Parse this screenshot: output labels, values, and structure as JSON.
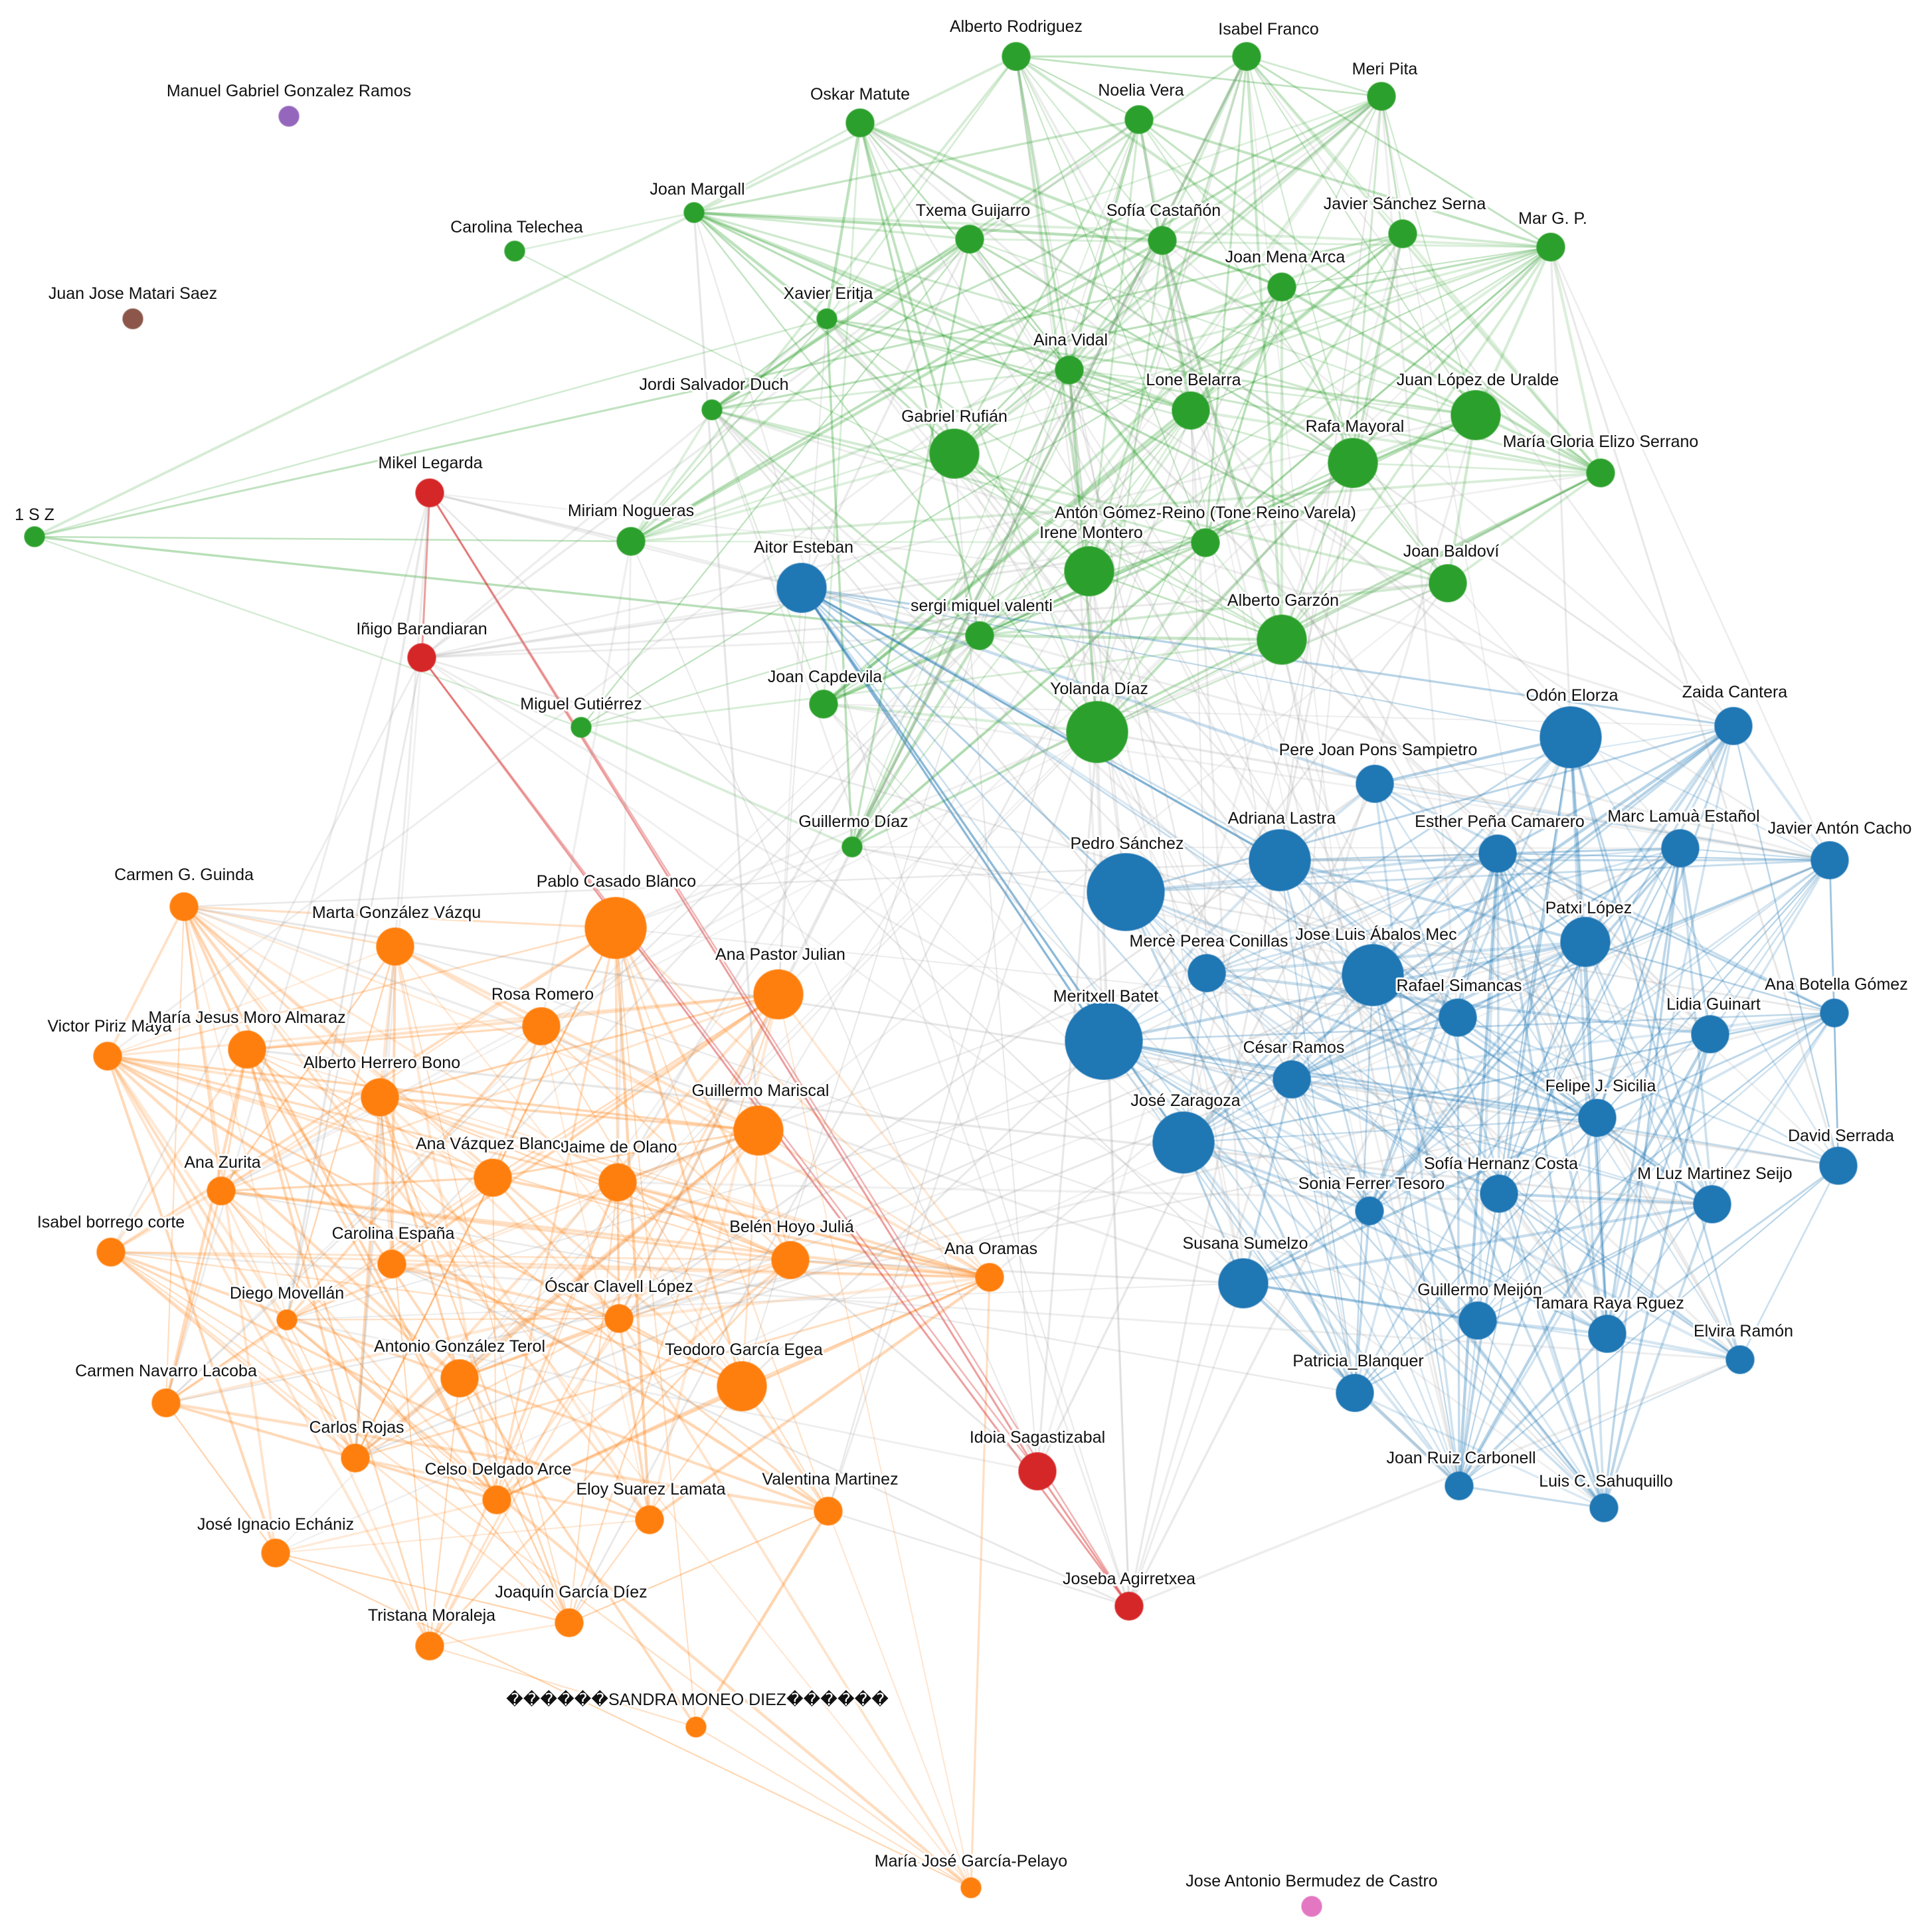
{
  "colors": {
    "green": "#2ca02c",
    "green_edge": "#2ca02c",
    "blue": "#1f77b4",
    "blue_edge": "#1f77b4",
    "orange": "#ff7f0e",
    "orange_edge": "#ff7f0e",
    "red": "#d62728",
    "red_edge": "#d62728",
    "gray_edge": "#9a9a9a",
    "purple": "#9467bd",
    "brown": "#8c564b",
    "pink": "#e377c2",
    "label_text": "#111111"
  },
  "network": {
    "nodes": [
      {
        "id": "alberto_rodriguez",
        "label": "Alberto Rodriguez",
        "group": "green",
        "size": 2
      },
      {
        "id": "isabel_franco",
        "label": "Isabel Franco",
        "group": "green",
        "size": 2
      },
      {
        "id": "meri_pita",
        "label": "Meri Pita",
        "group": "green",
        "size": 2
      },
      {
        "id": "oskar_matute",
        "label": "Oskar Matute",
        "group": "green",
        "size": 2
      },
      {
        "id": "noelia_vera",
        "label": "Noelia Vera",
        "group": "green",
        "size": 2
      },
      {
        "id": "joan_margall",
        "label": "Joan Margall",
        "group": "green",
        "size": 1
      },
      {
        "id": "txema_guijarro",
        "label": "Txema Guijarro",
        "group": "green",
        "size": 2
      },
      {
        "id": "sofia_castanon",
        "label": "Sofía Castañón",
        "group": "green",
        "size": 2
      },
      {
        "id": "javier_sanchez_serna",
        "label": "Javier Sánchez Serna",
        "group": "green",
        "size": 2
      },
      {
        "id": "mar_gp",
        "label": "Mar G. P.",
        "group": "green",
        "size": 2
      },
      {
        "id": "carolina_telechea",
        "label": "Carolina Telechea",
        "group": "green",
        "size": 1
      },
      {
        "id": "joan_mena_arca",
        "label": "Joan Mena Arca",
        "group": "green",
        "size": 2
      },
      {
        "id": "xavier_eritja",
        "label": "Xavier Eritja",
        "group": "green",
        "size": 1
      },
      {
        "id": "aina_vidal",
        "label": "Aina Vidal",
        "group": "green",
        "size": 2
      },
      {
        "id": "jordi_salvador",
        "label": "Jordi Salvador Duch",
        "group": "green",
        "size": 1
      },
      {
        "id": "lone_belarra",
        "label": "Lone Belarra",
        "group": "green",
        "size": 3
      },
      {
        "id": "juan_lopez_uralde",
        "label": "Juan López de Uralde",
        "group": "green",
        "size": 4
      },
      {
        "id": "gabriel_rufian",
        "label": "Gabriel Rufián",
        "group": "green",
        "size": 4
      },
      {
        "id": "rafa_mayoral",
        "label": "Rafa Mayoral",
        "group": "green",
        "size": 4
      },
      {
        "id": "maria_gloria_elizo",
        "label": "María Gloria Elizo Serrano",
        "group": "green",
        "size": 2
      },
      {
        "id": "anton_gomez_reino",
        "label": "Antón Gómez-Reino (Tone Reino Varela)",
        "group": "green",
        "size": 2
      },
      {
        "id": "irene_montero",
        "label": "Irene Montero",
        "group": "green",
        "size": 4
      },
      {
        "id": "miriam_nogueras",
        "label": "Miriam Nogueras",
        "group": "green",
        "size": 2
      },
      {
        "id": "joan_baldovi",
        "label": "Joan Baldoví",
        "group": "green",
        "size": 3
      },
      {
        "id": "sergi_miquel",
        "label": "sergi miquel valenti",
        "group": "green",
        "size": 2
      },
      {
        "id": "alberto_garzon",
        "label": "Alberto Garzón",
        "group": "green",
        "size": 4
      },
      {
        "id": "joan_capdevila",
        "label": "Joan Capdevila",
        "group": "green",
        "size": 2
      },
      {
        "id": "yolanda_diaz",
        "label": "Yolanda Díaz",
        "group": "green",
        "size": 5
      },
      {
        "id": "miguel_gutierrez",
        "label": "Miguel Gutiérrez",
        "group": "green",
        "size": 1
      },
      {
        "id": "guillermo_diaz",
        "label": "Guillermo Díaz",
        "group": "green",
        "size": 1
      },
      {
        "id": "isz",
        "label": "1 S Z",
        "group": "green",
        "size": 1
      },
      {
        "id": "aitor_esteban",
        "label": "Aitor Esteban",
        "group": "blue",
        "size": 4
      },
      {
        "id": "odon_elorza",
        "label": "Odón Elorza",
        "group": "blue",
        "size": 5
      },
      {
        "id": "zaida_cantera",
        "label": "Zaida Cantera",
        "group": "blue",
        "size": 3
      },
      {
        "id": "pere_joan_pons",
        "label": "Pere Joan Pons Sampietro",
        "group": "blue",
        "size": 3
      },
      {
        "id": "adriana_lastra",
        "label": "Adriana Lastra",
        "group": "blue",
        "size": 5
      },
      {
        "id": "esther_pena",
        "label": "Esther Peña Camarero",
        "group": "blue",
        "size": 3
      },
      {
        "id": "marc_lamua",
        "label": "Marc Lamuà Estañol",
        "group": "blue",
        "size": 3
      },
      {
        "id": "javier_anton_cacho",
        "label": "Javier Antón Cacho",
        "group": "blue",
        "size": 3
      },
      {
        "id": "pedro_sanchez",
        "label": "Pedro Sánchez",
        "group": "blue",
        "size": 6
      },
      {
        "id": "patxi_lopez",
        "label": "Patxi López",
        "group": "blue",
        "size": 4
      },
      {
        "id": "merce_perea",
        "label": "Mercè Perea Conillas",
        "group": "blue",
        "size": 3
      },
      {
        "id": "jose_luis_abalos",
        "label": "Jose Luis Ábalos Mec",
        "group": "blue",
        "size": 5
      },
      {
        "id": "rafael_simancas",
        "label": "Rafael Simancas",
        "group": "blue",
        "size": 3
      },
      {
        "id": "ana_botella",
        "label": "Ana Botella Gómez",
        "group": "blue",
        "size": 2
      },
      {
        "id": "lidia_guinart",
        "label": "Lidia Guinart",
        "group": "blue",
        "size": 3
      },
      {
        "id": "meritxell_batet",
        "label": "Meritxell Batet",
        "group": "blue",
        "size": 6
      },
      {
        "id": "cesar_ramos",
        "label": "César Ramos",
        "group": "blue",
        "size": 3
      },
      {
        "id": "felipe_sicilia",
        "label": "Felipe J. Sicilia",
        "group": "blue",
        "size": 3
      },
      {
        "id": "jose_zaragoza",
        "label": "José Zaragoza",
        "group": "blue",
        "size": 5
      },
      {
        "id": "david_serrada",
        "label": "David Serrada",
        "group": "blue",
        "size": 3
      },
      {
        "id": "sofia_hernanz",
        "label": "Sofía Hernanz Costa",
        "group": "blue",
        "size": 3
      },
      {
        "id": "m_luz_martinez",
        "label": "M Luz Martinez Seijo",
        "group": "blue",
        "size": 3
      },
      {
        "id": "sonia_ferrer",
        "label": "Sonia Ferrer Tesoro",
        "group": "blue",
        "size": 2
      },
      {
        "id": "susana_sumelzo",
        "label": "Susana Sumelzo",
        "group": "blue",
        "size": 4
      },
      {
        "id": "guillermo_meijon",
        "label": "Guillermo Meijón",
        "group": "blue",
        "size": 3
      },
      {
        "id": "tamara_raya",
        "label": "Tamara Raya Rguez",
        "group": "blue",
        "size": 3
      },
      {
        "id": "elvira_ramon",
        "label": "Elvira Ramón",
        "group": "blue",
        "size": 2
      },
      {
        "id": "patricia_blanquer",
        "label": "Patricia_Blanquer",
        "group": "blue",
        "size": 3
      },
      {
        "id": "joan_ruiz_carbonell",
        "label": "Joan Ruiz Carbonell",
        "group": "blue",
        "size": 2
      },
      {
        "id": "luis_sahuquillo",
        "label": "Luis C. Sahuquillo",
        "group": "blue",
        "size": 2
      },
      {
        "id": "carmen_guinda",
        "label": "Carmen G. Guinda",
        "group": "orange",
        "size": 2
      },
      {
        "id": "marta_gonzalez",
        "label": "Marta González Vázqu",
        "group": "orange",
        "size": 3
      },
      {
        "id": "pablo_casado",
        "label": "Pablo Casado Blanco",
        "group": "orange",
        "size": 5
      },
      {
        "id": "ana_pastor",
        "label": "Ana Pastor Julian",
        "group": "orange",
        "size": 4
      },
      {
        "id": "rosa_romero",
        "label": "Rosa Romero",
        "group": "orange",
        "size": 3
      },
      {
        "id": "victor_piriz",
        "label": "Victor Piriz Maya",
        "group": "orange",
        "size": 2
      },
      {
        "id": "maria_jesus_moro",
        "label": "María Jesus Moro Almaraz",
        "group": "orange",
        "size": 3
      },
      {
        "id": "alberto_herrero",
        "label": "Alberto Herrero Bono",
        "group": "orange",
        "size": 3
      },
      {
        "id": "guillermo_mariscal",
        "label": "Guillermo Mariscal",
        "group": "orange",
        "size": 4
      },
      {
        "id": "ana_zurita",
        "label": "Ana Zurita",
        "group": "orange",
        "size": 2
      },
      {
        "id": "ana_vazquez",
        "label": "Ana Vázquez Blanco",
        "group": "orange",
        "size": 3
      },
      {
        "id": "jaime_olano",
        "label": "Jaime de Olano",
        "group": "orange",
        "size": 3
      },
      {
        "id": "isabel_borrego",
        "label": "Isabel borrego corte",
        "group": "orange",
        "size": 2
      },
      {
        "id": "carolina_espana",
        "label": "Carolina España",
        "group": "orange",
        "size": 2
      },
      {
        "id": "belen_hoyo",
        "label": "Belén Hoyo Juliá",
        "group": "orange",
        "size": 3
      },
      {
        "id": "ana_oramas",
        "label": "Ana Oramas",
        "group": "orange",
        "size": 2
      },
      {
        "id": "diego_movellan",
        "label": "Diego Movellán",
        "group": "orange",
        "size": 1
      },
      {
        "id": "oscar_clavell",
        "label": "Óscar Clavell López",
        "group": "orange",
        "size": 2
      },
      {
        "id": "antonio_gonzalez_terol",
        "label": "Antonio González Terol",
        "group": "orange",
        "size": 3
      },
      {
        "id": "teodoro_garcia",
        "label": "Teodoro García Egea",
        "group": "orange",
        "size": 4
      },
      {
        "id": "carmen_navarro",
        "label": "Carmen Navarro Lacoba",
        "group": "orange",
        "size": 2
      },
      {
        "id": "carlos_rojas",
        "label": "Carlos Rojas",
        "group": "orange",
        "size": 2
      },
      {
        "id": "celso_delgado",
        "label": "Celso Delgado Arce",
        "group": "orange",
        "size": 2
      },
      {
        "id": "eloy_suarez",
        "label": "Eloy Suarez Lamata",
        "group": "orange",
        "size": 2
      },
      {
        "id": "valentina_martinez",
        "label": "Valentina Martinez",
        "group": "orange",
        "size": 2
      },
      {
        "id": "jose_ignacio_echaniz",
        "label": "José Ignacio Echániz",
        "group": "orange",
        "size": 2
      },
      {
        "id": "joaquin_garcia",
        "label": "Joaquín García Díez",
        "group": "orange",
        "size": 2
      },
      {
        "id": "tristana_moraleja",
        "label": "Tristana Moraleja",
        "group": "orange",
        "size": 2
      },
      {
        "id": "sandra_moneo",
        "label": "������SANDRA MONEO DIEZ������",
        "group": "orange",
        "size": 1
      },
      {
        "id": "maria_jose_garcia",
        "label": "María José García-Pelayo",
        "group": "orange",
        "size": 1
      },
      {
        "id": "mikel_legarda",
        "label": "Mikel Legarda",
        "group": "red",
        "size": 2
      },
      {
        "id": "inigo_barandiaran",
        "label": "Iñigo Barandiaran",
        "group": "red",
        "size": 2
      },
      {
        "id": "idoia_sagastizabal",
        "label": "Idoia Sagastizabal",
        "group": "red",
        "size": 3
      },
      {
        "id": "joseba_agirretxea",
        "label": "Joseba Agirretxea",
        "group": "red",
        "size": 2
      },
      {
        "id": "manuel_gabriel",
        "label": "Manuel Gabriel Gonzalez Ramos",
        "group": "purple",
        "size": 1
      },
      {
        "id": "juan_jose_matari",
        "label": "Juan Jose Matari Saez",
        "group": "brown",
        "size": 1
      },
      {
        "id": "jose_antonio_bermudez",
        "label": "Jose Antonio Bermudez de Castro",
        "group": "pink",
        "size": 1
      }
    ]
  }
}
